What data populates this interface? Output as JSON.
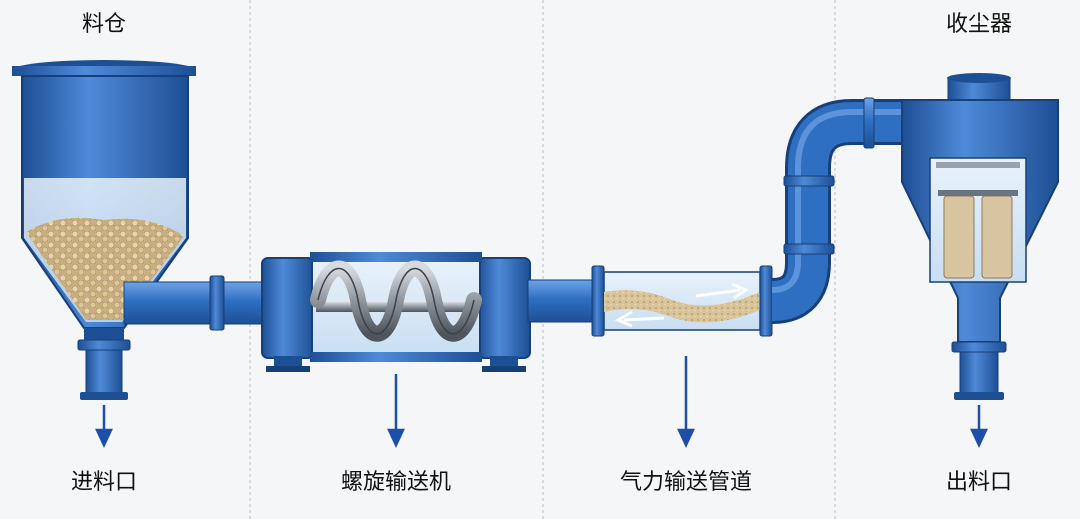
{
  "labels": {
    "silo": "料仓",
    "collector": "收尘器",
    "inlet": "进料口",
    "screw": "螺旋输送机",
    "pneumatic": "气力输送管道",
    "outlet": "出料口"
  },
  "colors": {
    "steel_blue": "#2f6fc2",
    "steel_dark": "#1d4f94",
    "steel_light": "#6fa3e6",
    "arrow": "#1e4fa8",
    "material": "#d9c39a"
  }
}
